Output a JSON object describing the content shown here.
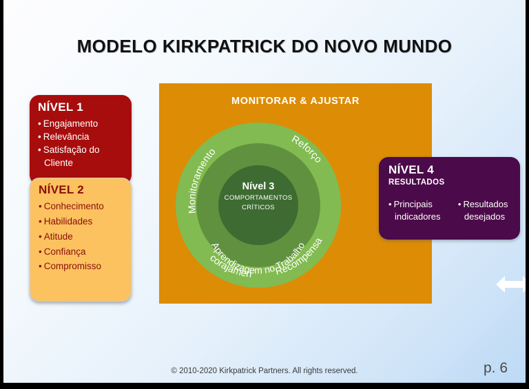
{
  "slide": {
    "title": "MODELO KIRKPATRICK DO NOVO MUNDO",
    "copyright": "© 2010-2020 Kirkpatrick Partners. All rights reserved.",
    "page_number": "p. 6"
  },
  "colors": {
    "level1_bg": "#A70D0C",
    "level2_bg": "#FBC25F",
    "level2_text": "#8C0D0C",
    "level4_bg": "#4B0A49",
    "panel_orange": "#DD8C05",
    "ring_outer": "#82BB51",
    "ring_middle": "#60913F",
    "ring_inner": "#3D6B31"
  },
  "level1": {
    "title": "NÍVEL 1",
    "items": [
      {
        "bullet": "•",
        "text": "Engajamento",
        "cont": ""
      },
      {
        "bullet": "•",
        "text": "Relevância",
        "cont": ""
      },
      {
        "bullet": "•",
        "text": "Satisfação do",
        "cont": "Cliente"
      }
    ]
  },
  "level2": {
    "title": "NÍVEL 2",
    "items": [
      {
        "bullet": "•",
        "text": "Conhecimento"
      },
      {
        "bullet": "•",
        "text": "Habilidades"
      },
      {
        "bullet": "•",
        "text": "Atitude"
      },
      {
        "bullet": "•",
        "text": "Confiança"
      },
      {
        "bullet": "•",
        "text": "Compromisso"
      }
    ]
  },
  "center": {
    "banner": "MONITORAR & AJUSTAR",
    "core_title": "Nível 3",
    "core_sub_line1": "COMPORTAMENTOS",
    "core_sub_line2": "CRÍTICOS",
    "ring_outer_labels": {
      "top_left": "Monitoramento",
      "top_right": "Reforço",
      "bottom_left": "Encorajamento",
      "bottom_right": "Recompensa"
    },
    "ring_middle_label": "Aprendizagem no Trabalho"
  },
  "arrow": {
    "icon": "double-arrow-horizontal-icon"
  },
  "level4": {
    "title": "NÍVEL 4",
    "subtitle": "RESULTADOS",
    "column_a": [
      {
        "bullet": "•",
        "text": "Principais",
        "cont": "indicadores"
      }
    ],
    "column_b": [
      {
        "bullet": "•",
        "text": "Resultados",
        "cont": "desejados"
      }
    ]
  }
}
